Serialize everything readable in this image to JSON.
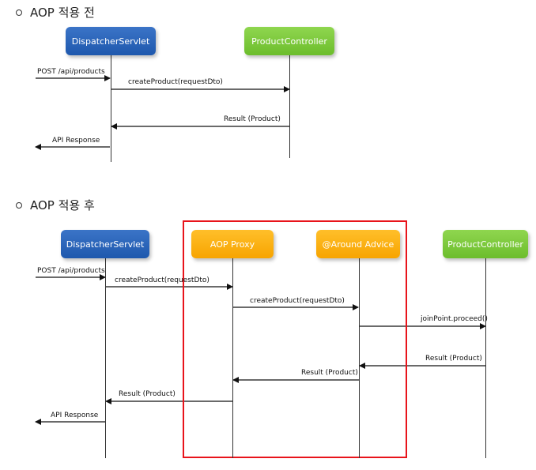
{
  "before": {
    "title": "AOP 적용 전",
    "participants": {
      "dispatcher": "DispatcherServlet",
      "controller": "ProductController"
    },
    "messages": {
      "request": "POST /api/products",
      "create": "createProduct(requestDto)",
      "result": "Result (Product)",
      "response": "API Response"
    }
  },
  "after": {
    "title": "AOP 적용 후",
    "participants": {
      "dispatcher": "DispatcherServlet",
      "proxy": "AOP Proxy",
      "advice": "@Around Advice",
      "controller": "ProductController"
    },
    "messages": {
      "request": "POST /api/products",
      "create1": "createProduct(requestDto)",
      "create2": "createProduct(requestDto)",
      "proceed": "joinPoint.proceed()",
      "result1": "Result (Product)",
      "result2": "Result (Product)",
      "result3": "Result (Product)",
      "response": "API Response"
    }
  },
  "colors": {
    "blue": "#1e58ad",
    "green": "#6cbd2c",
    "orange": "#f7a400",
    "highlight": "#e8141b"
  }
}
